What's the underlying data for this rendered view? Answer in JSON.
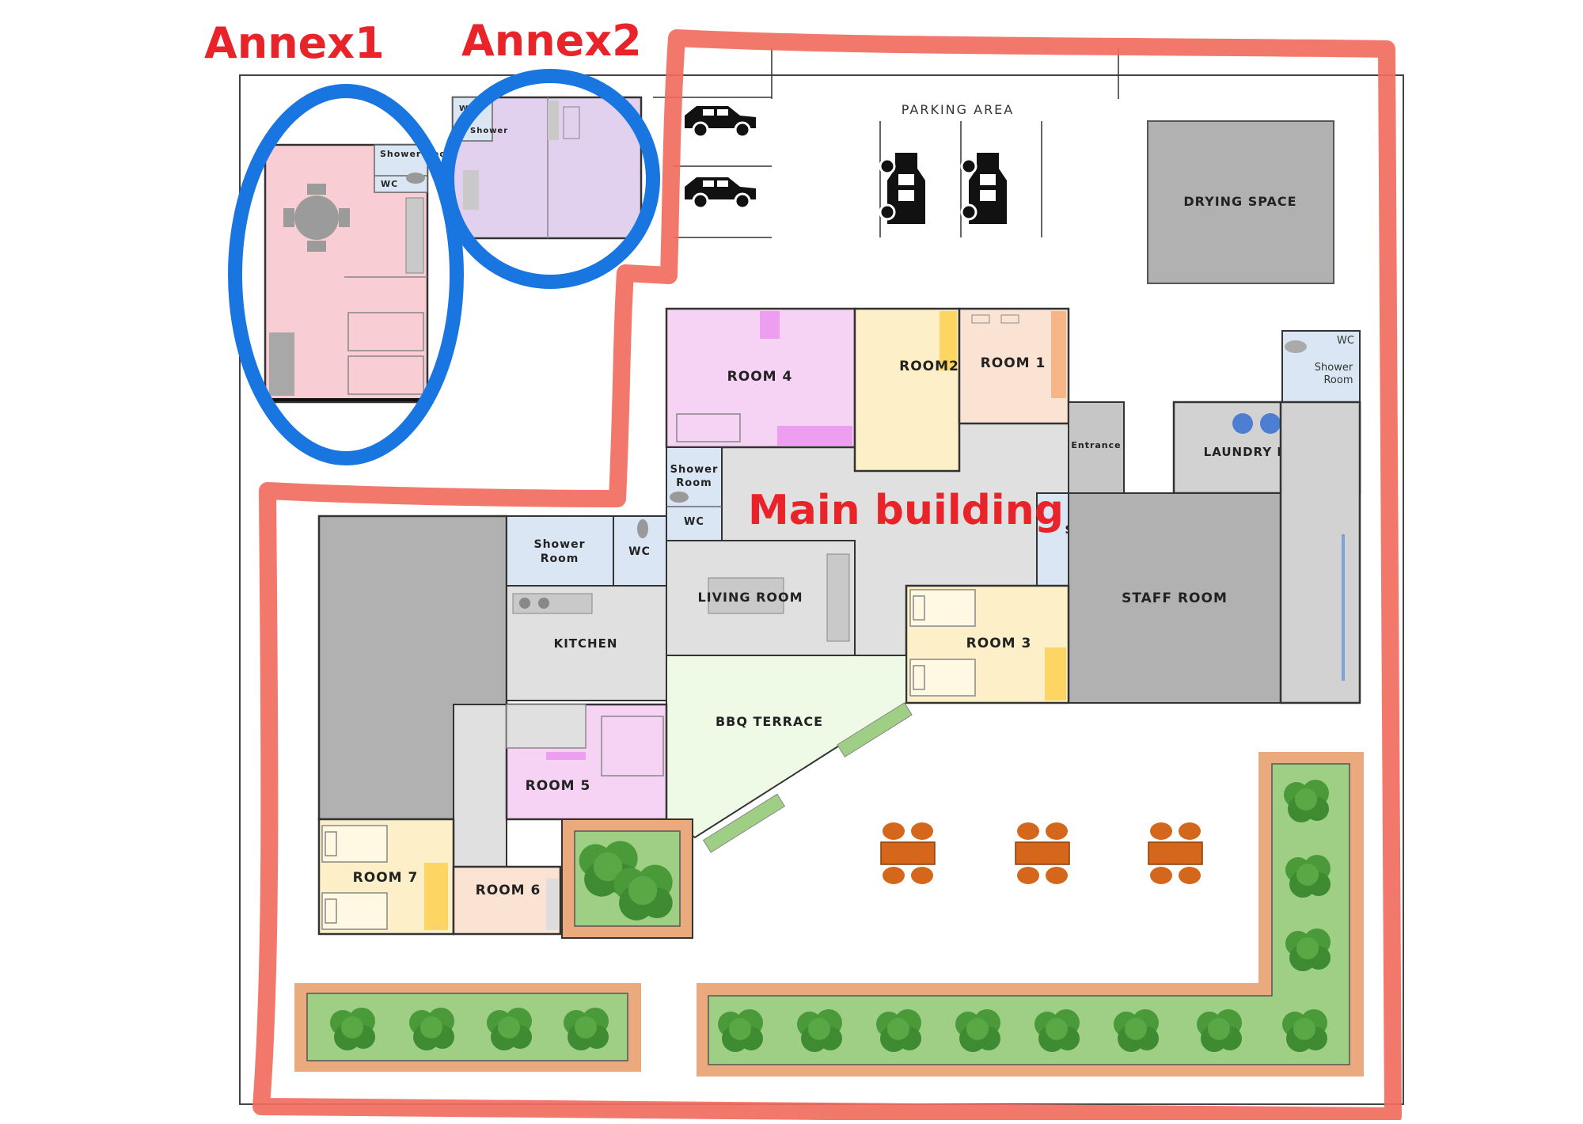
{
  "callouts": {
    "annex1": "Annex1",
    "annex2": "Annex2",
    "main": "Main building"
  },
  "annex1": {
    "shower": "Shower Room",
    "wc": "WC"
  },
  "annex2": {
    "wc": "WC",
    "shower": "Shower"
  },
  "parking": {
    "title": "PARKING AREA"
  },
  "drying": "DRYING SPACE",
  "rooms": {
    "room1": "ROOM 1",
    "room2": "ROOM2",
    "room3": "ROOM 3",
    "room4": "ROOM 4",
    "room5": "ROOM 5",
    "room6": "ROOM 6",
    "room7": "ROOM 7"
  },
  "shared": {
    "entrance": "Entrance",
    "laundry": "LAUNDRY ROOM",
    "staff": "STAFF ROOM",
    "living": "LIVING ROOM",
    "kitchen": "KITCHEN",
    "bbq": "BBQ TERRACE"
  },
  "wetrooms": {
    "wc_label": "WC",
    "shower_line1": "Shower",
    "shower_line2": "Room"
  },
  "colors": {
    "outline_red": "#f26c5f",
    "annex_circle": "#1976e0",
    "callout_text": "#e8232a",
    "annex1_fill": "#f8cdd3",
    "annex2_fill": "#e1d1ef",
    "room_pink": "#f6d3f4",
    "room_yellow": "#fdf0c8",
    "room_peach": "#fbe3d4",
    "hall_gray": "#e0e0e0",
    "block_gray": "#b1b1b1",
    "wet_blue": "#dbe6f4",
    "terrace_green": "#eef9e6",
    "planter_green": "#9fcf84",
    "planter_border": "#eba97e",
    "tree_green": "#4a9a3a",
    "table_orange": "#d4671c"
  }
}
